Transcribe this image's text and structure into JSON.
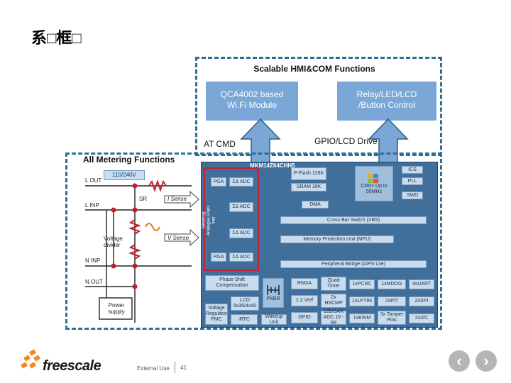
{
  "page": {
    "title": "系□框□"
  },
  "hmi": {
    "title": "Scalable HMI&COM Functions"
  },
  "modules": {
    "wifi": "QCA4002 based Wi.Fi Module",
    "relay": "Relay/LED/LCD /Button Control"
  },
  "links": {
    "at_cmd": "AT CMD",
    "gpio": "GPIO/LCD Drive"
  },
  "metering": {
    "title": "All Metering Functions"
  },
  "circuit": {
    "voltage_badge": "110/240V",
    "l_out": "L OUT",
    "l_inp": "L INP",
    "n_inp": "N INP",
    "n_out": "N OUT",
    "sr": "SR",
    "i_sense": "I Sense",
    "v_sense": "V Sense",
    "divider": "Voltage divider",
    "power_supply": "Power supply"
  },
  "mcu": {
    "label": "MKM14Z64CHH5",
    "afe": "Metering Analogue Front-end",
    "pga1": "PGA",
    "adc1": "ΣΔ ADC",
    "adc2": "ΣΔ ADC",
    "adc3": "ΣΔ ADC",
    "pga2": "PGA",
    "adc4": "ΣΔ ADC",
    "flash": "P-Flash 128K",
    "sram": "SRAM 16K",
    "core": "CM0+ Up to 50MHz",
    "ics": "ICS",
    "pll": "PLL",
    "swd": "SWD",
    "dma": "DMA",
    "xbs": "Cross Bar Switch (XBS)",
    "mpu": "Memory Protection Unit (MPU)",
    "bridge": "Peripheral Bridge (AIPS Lite)",
    "phase": "Phase Shift Compensation",
    "pxbr": "PXBR",
    "lcd": "LCD 8x36/4x40",
    "vreg": "Voltage Regulator PMC",
    "irtc": "iRTC",
    "wakeup": "Wakeup Unit",
    "rnga": "RNGA",
    "quad_timer": "Quad Timer",
    "xbarc": "1xPCRC",
    "mdog": "1xMDOG",
    "uart": "4xUART",
    "vref": "1.2 Vref",
    "hscmp": "2x HSCMP",
    "lptim": "1xLPTIM",
    "pit": "2xPIT",
    "spi": "2xSPI",
    "gpio": "GPIO",
    "sar": "12b/SAR ADC 16 - Bit",
    "ewm": "1xEWM",
    "tamper": "3x Tamper Pins",
    "i2c": "2xI2C"
  },
  "footer": {
    "brand": "freescale",
    "classification": "External Use",
    "page": "41"
  },
  "nav": {
    "prev": "‹",
    "next": "›"
  },
  "colors": {
    "accent": "#7aa7d6",
    "mcu": "#3f6f9a",
    "red": "#c0202f",
    "dashed": "#2f6f8f"
  }
}
